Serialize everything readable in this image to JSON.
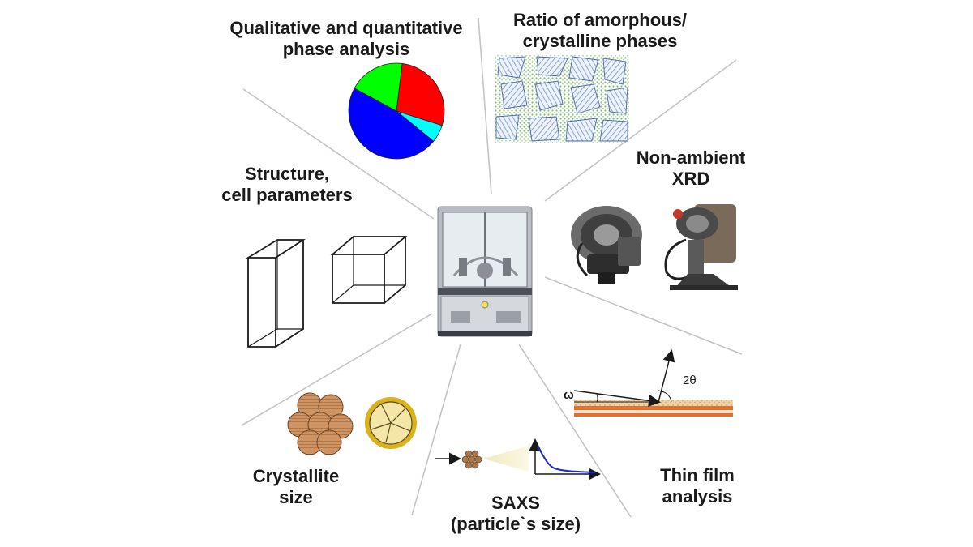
{
  "labels": {
    "phase_analysis": [
      "Qualitative and quantitative",
      "phase analysis"
    ],
    "amorphous_ratio": [
      "Ratio of amorphous/",
      "crystalline phases"
    ],
    "non_ambient": [
      "Non-ambient",
      "XRD"
    ],
    "structure": [
      "Structure,",
      "cell parameters"
    ],
    "crystallite": [
      "Crystallite",
      "size"
    ],
    "saxs": [
      "SAXS",
      "(particle`s size)"
    ],
    "thin_film": [
      "Thin film",
      "analysis"
    ]
  },
  "thin_film_symbols": {
    "omega": "ω",
    "two_theta": "2θ"
  },
  "pie": {
    "slices": [
      {
        "name": "red",
        "fraction": 0.28,
        "color": "#ff0000"
      },
      {
        "name": "cyan",
        "fraction": 0.06,
        "color": "#00ffff"
      },
      {
        "name": "blue",
        "fraction": 0.47,
        "color": "#0000ff"
      },
      {
        "name": "green",
        "fraction": 0.19,
        "color": "#00ff00"
      }
    ]
  },
  "colors": {
    "divider": "#c4c4c4",
    "ink": "#1a1a1a",
    "wood": "#c98a55",
    "amorphous_dots": "#7fbf6a",
    "crystal_lines": "#6f8fd0",
    "saxs_curve": "#1f2bd0",
    "film_substrate": "#e07030",
    "film_layer": "#e8c898"
  }
}
